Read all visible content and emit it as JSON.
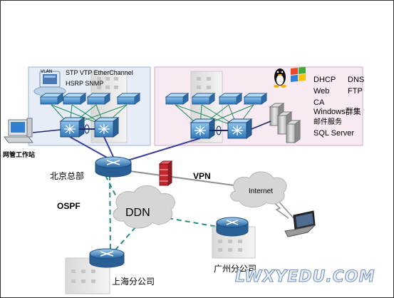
{
  "nodes": {
    "vlan_badge": "VLAN",
    "left_panel_protocols": [
      "STP VTP EtherChannel",
      "HSRP SNMP"
    ],
    "services": [
      "DHCP",
      "DNS",
      "Web",
      "FTP",
      "CA",
      "Windows群集",
      "邮件服务",
      "SQL Server"
    ],
    "mgmt_station": "网管工作站",
    "hq": "北京总部",
    "vpn": "VPN",
    "internet": "Internet",
    "ospf": "OSPF",
    "ddn": "DDN",
    "shanghai": "上海分公司",
    "guangzhou": "广州分公司"
  },
  "watermark": "LWXYEDU.COM",
  "colors": {
    "left_panel_bg": "#e6edf7",
    "right_panel_bg": "#f7eaf3",
    "switch_blue": "#3f87c6",
    "router_blue": "#2f6fae",
    "trunk_line": "#3a3f9a",
    "wan_dash": "#2a8a86",
    "firewall_red": "#c0262b",
    "cloud_gray": "#d6d6d6"
  }
}
